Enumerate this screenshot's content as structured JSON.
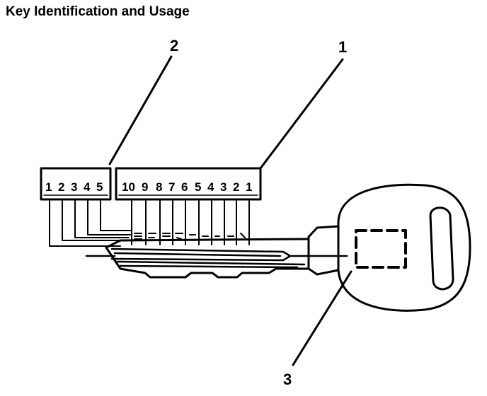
{
  "title": "Key Identification and Usage",
  "callouts": {
    "c1": "1",
    "c2": "2",
    "c3": "3"
  },
  "left_box_digits": [
    "1",
    "2",
    "3",
    "4",
    "5"
  ],
  "right_box_digits": [
    "10",
    "9",
    "8",
    "7",
    "6",
    "5",
    "4",
    "3",
    "2",
    "1"
  ],
  "colors": {
    "ink": "#000000",
    "paper": "#ffffff"
  }
}
